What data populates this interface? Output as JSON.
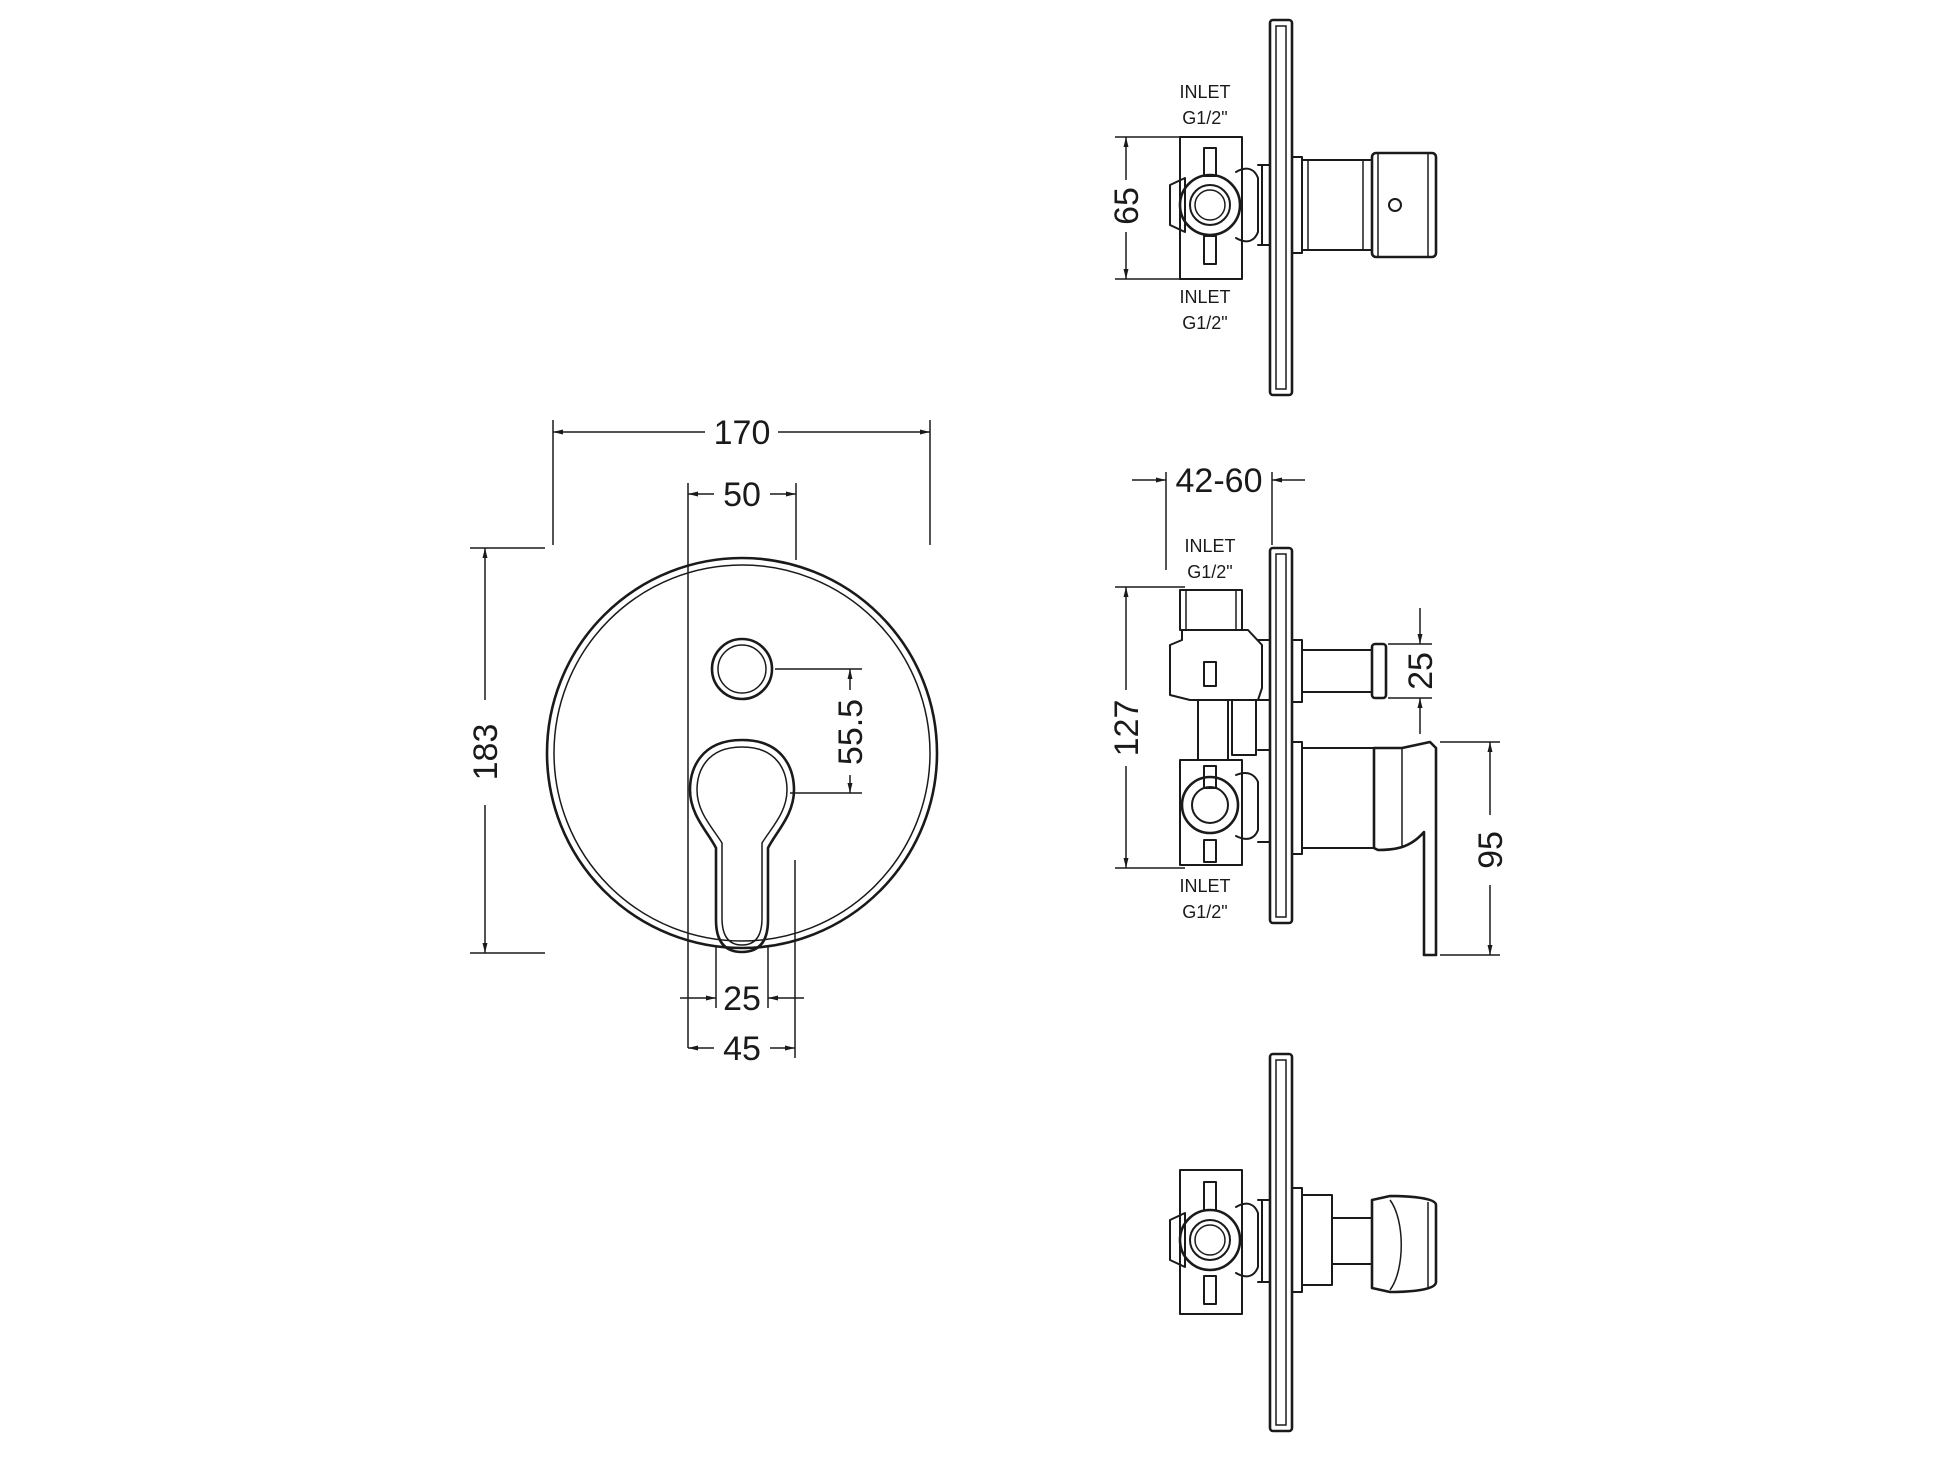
{
  "dimensions": {
    "overall_width": "170",
    "overall_height": "183",
    "handle_offset": "50",
    "button_to_handle": "55.5",
    "handle_width_inner": "25",
    "handle_width_outer": "45",
    "top_view_depth": "65",
    "wall_depth_range": "42-60",
    "side_body_height": "127",
    "button_projection": "25",
    "handle_projection": "95"
  },
  "notes": {
    "inlet_label": "INLET",
    "inlet_size": "G1/2\""
  }
}
